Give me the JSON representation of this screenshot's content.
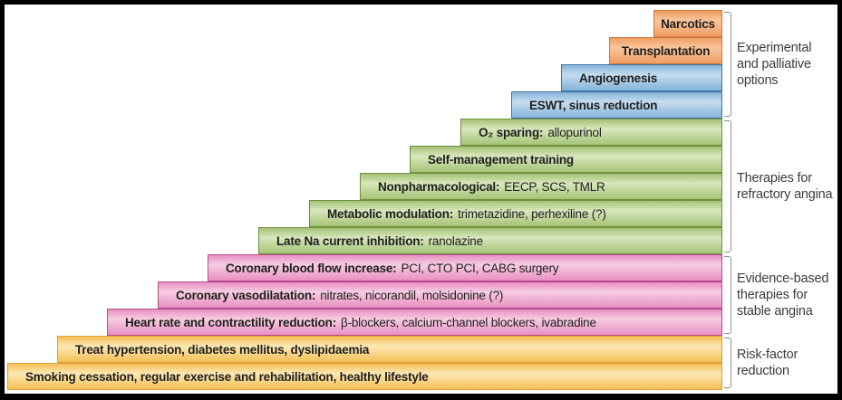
{
  "figure": {
    "background": "#ffffff",
    "frame_color": "#000000",
    "bracket_color": "#8f8f8f",
    "text_color": "#1f1f1f",
    "label_color": "#3c3c3c"
  },
  "palette": {
    "orange": {
      "border": "#d2773b",
      "dark": "#f09d62",
      "light": "#f9c69c"
    },
    "blue": {
      "border": "#4272a4",
      "dark": "#85b3d9",
      "light": "#c6ddf0"
    },
    "green": {
      "border": "#71903f",
      "dark": "#a5c276",
      "light": "#d8e7bd"
    },
    "pink": {
      "border": "#b84a8c",
      "dark": "#e88fc0",
      "light": "#f6cde3"
    },
    "yellow": {
      "border": "#dda03a",
      "dark": "#f5bf55",
      "light": "#fce8b4"
    }
  },
  "rows": [
    {
      "name": "bar-narcotics",
      "color": "orange",
      "lead": "Narcotics",
      "rest": "",
      "center": true
    },
    {
      "name": "bar-transplantation",
      "color": "orange",
      "lead": "Transplantation",
      "rest": "",
      "center": true
    },
    {
      "name": "bar-angiogenesis",
      "color": "blue",
      "lead": "Angiogenesis",
      "rest": ""
    },
    {
      "name": "bar-eswt-sinus-reduction",
      "color": "blue",
      "lead": "ESWT, sinus reduction",
      "rest": ""
    },
    {
      "name": "bar-o2-sparing",
      "color": "green",
      "lead": "O₂ sparing:",
      "rest": "allopurinol"
    },
    {
      "name": "bar-self-management-training",
      "color": "green",
      "lead": "Self-management training",
      "rest": ""
    },
    {
      "name": "bar-nonpharmacological",
      "color": "green",
      "lead": "Nonpharmacological:",
      "rest": "EECP, SCS, TMLR"
    },
    {
      "name": "bar-metabolic-modulation",
      "color": "green",
      "lead": "Metabolic modulation:",
      "rest": "trimetazidine, perhexiline (?)"
    },
    {
      "name": "bar-late-na-current-inhibition",
      "color": "green",
      "lead": "Late Na current inhibition:",
      "rest": "ranolazine"
    },
    {
      "name": "bar-coronary-blood-flow-increase",
      "color": "pink",
      "lead": "Coronary blood flow increase:",
      "rest": "PCI, CTO PCI, CABG surgery"
    },
    {
      "name": "bar-coronary-vasodilatation",
      "color": "pink",
      "lead": "Coronary vasodilatation:",
      "rest": "nitrates, nicorandil, molsidonine (?)"
    },
    {
      "name": "bar-heart-rate-contractility-reduction",
      "color": "pink",
      "lead": "Heart rate and contractility reduction:",
      "rest": "β-blockers, calcium-channel blockers, ivabradine"
    },
    {
      "name": "bar-treat-hypertension",
      "color": "yellow",
      "lead": "Treat hypertension, diabetes mellitus, dyslipidaemia",
      "rest": ""
    },
    {
      "name": "bar-smoking-cessation",
      "color": "yellow",
      "lead": "Smoking cessation, regular exercise and rehabilitation, healthy lifestyle",
      "rest": ""
    }
  ],
  "brackets": [
    {
      "name": "group-experimental-palliative",
      "rows": [
        0,
        3
      ],
      "label_lines": [
        "Experimental",
        "and palliative",
        "options"
      ]
    },
    {
      "name": "group-refractory-angina",
      "rows": [
        4,
        8
      ],
      "label_lines": [
        "Therapies for",
        "refractory angina"
      ]
    },
    {
      "name": "group-stable-angina",
      "rows": [
        9,
        11
      ],
      "label_lines": [
        "Evidence-based",
        "therapies for",
        "stable angina"
      ]
    },
    {
      "name": "group-risk-factor-reduction",
      "rows": [
        12,
        13
      ],
      "label_lines": [
        "Risk-factor",
        "reduction"
      ]
    }
  ]
}
